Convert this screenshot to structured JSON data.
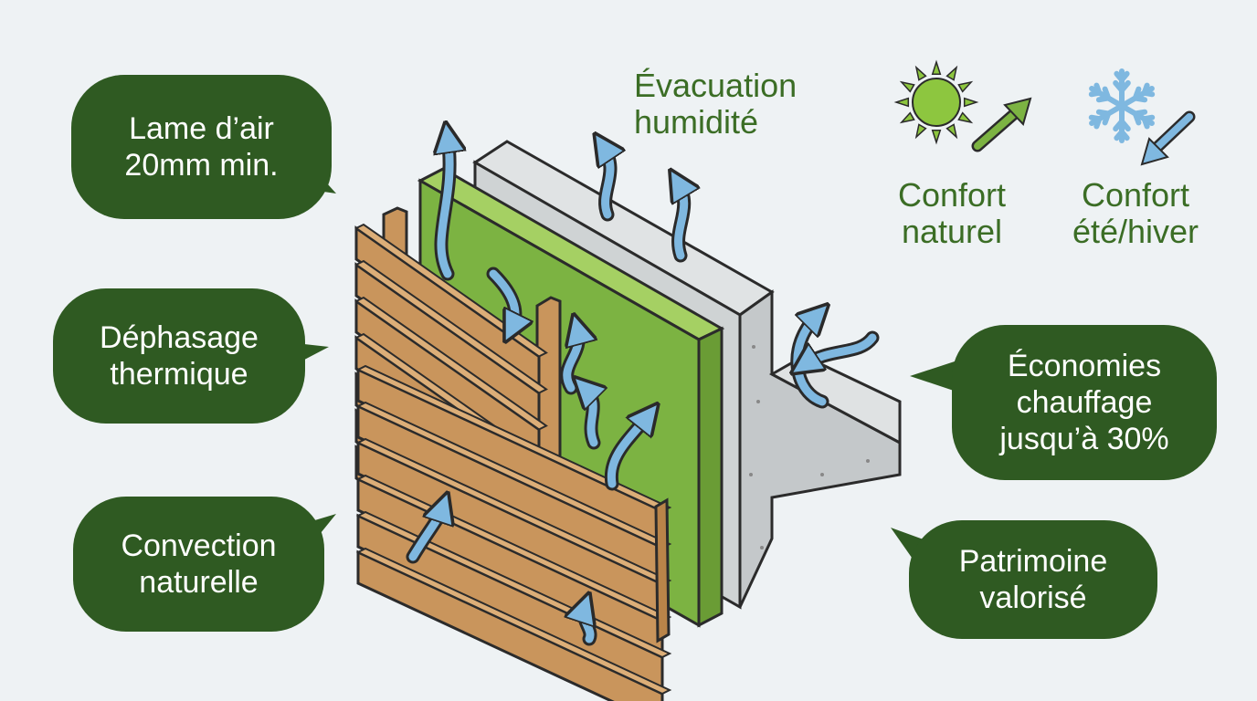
{
  "callouts_left": [
    {
      "id": "air-gap",
      "lines": [
        "Lame d’air",
        "20mm min."
      ]
    },
    {
      "id": "thermal-lag",
      "lines": [
        "Déphasage",
        "thermique"
      ]
    },
    {
      "id": "convection",
      "lines": [
        "Convection",
        "naturelle"
      ]
    }
  ],
  "callouts_right": [
    {
      "id": "savings",
      "lines": [
        "Économies",
        "chauffage",
        "jusqu’à 30%"
      ]
    },
    {
      "id": "heritage",
      "lines": [
        "Patrimoine",
        "valorisé"
      ]
    }
  ],
  "top_labels": {
    "moisture": [
      "Évacuation",
      "humidité"
    ],
    "comfort_natural": [
      "Confort",
      "naturel"
    ],
    "comfort_season": [
      "Confort",
      "été/hiver"
    ]
  },
  "icons": {
    "sun": "sun-icon",
    "snowflake": "snowflake-icon",
    "arrow_up": "arrow-up-right-icon",
    "arrow_down": "arrow-down-left-icon"
  },
  "colors": {
    "bubble": "#2f5a22",
    "label_green": "#3b6d25",
    "insulation": "#7cb342",
    "wood": "#c9955c",
    "concrete": "#cfd3d4",
    "air_arrow": "#7fb8e0",
    "sun": "#8dc63f",
    "snow": "#7fb8e0"
  }
}
